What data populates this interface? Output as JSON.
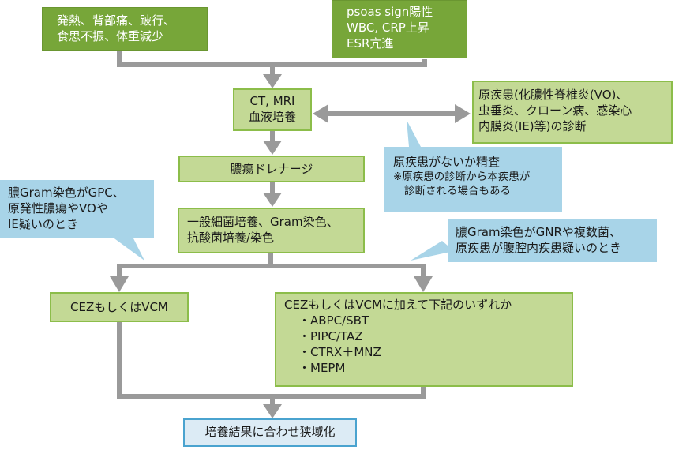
{
  "diagram": {
    "symptoms_box": {
      "lines": [
        "発熱、背部痛、跛行、",
        "食思不振、体重減少"
      ]
    },
    "signs_box": {
      "lines": [
        "psoas sign陽性",
        "WBC, CRP上昇",
        "ESR亢進"
      ]
    },
    "imaging_box": {
      "lines": [
        "CT, MRI",
        "血液培養"
      ]
    },
    "primary_disease_box": {
      "lines": [
        "原疾患(化膿性脊椎炎(VO)、",
        "虫垂炎、クローン病、感染心",
        "内膜炎(IE)等)の診断"
      ]
    },
    "primary_disease_note": {
      "title": "原疾患がないか精査",
      "lines": [
        "※原疾患の診断から本疾患が",
        "診断される場合もある"
      ]
    },
    "drainage_box": {
      "label": "膿瘍ドレナージ"
    },
    "culture_box": {
      "lines": [
        "一般細菌培養、Gram染色、",
        "抗酸菌培養/染色"
      ]
    },
    "gpc_note": {
      "lines": [
        "膿Gram染色がGPC、",
        "原発性膿瘍やVOや",
        "IE疑いのとき"
      ]
    },
    "gnr_note": {
      "lines": [
        "膿Gram染色がGNRや複数菌、",
        "原疾患が腹腔内疾患疑いのとき"
      ]
    },
    "left_treatment_box": {
      "label": "CEZもしくはVCM"
    },
    "right_treatment_box": {
      "title": "CEZもしくはVCMに加えて下記のいずれか",
      "options": [
        "・ABPC/SBT",
        "・PIPC/TAZ",
        "・CTRX＋MNZ",
        "・MEPM"
      ]
    },
    "final_box": {
      "label": "培養結果に合わせ狭域化"
    },
    "colors": {
      "dark_green": "#77a639",
      "light_green": "#c3d995",
      "light_green_border": "#8cbd4a",
      "callout_blue": "#a8d4e8",
      "final_fill": "#dcebf5",
      "final_border": "#4aa3cf",
      "connector_gray": "#9a9a9a"
    }
  }
}
